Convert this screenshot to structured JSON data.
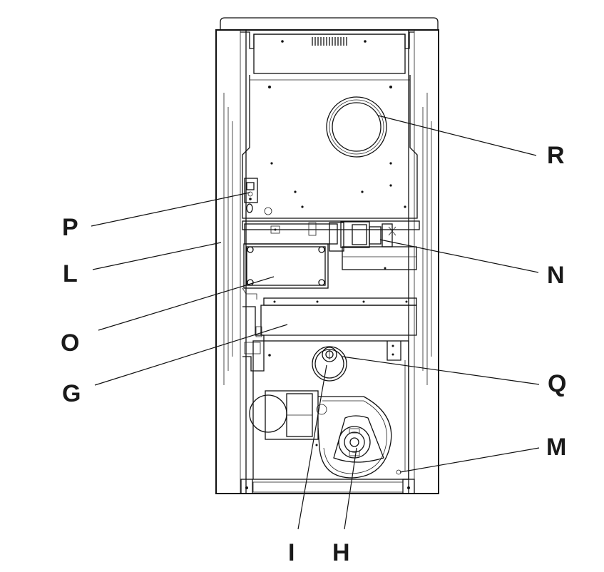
{
  "labels": {
    "R": "R",
    "P": "P",
    "L": "L",
    "N": "N",
    "O": "O",
    "G": "G",
    "Q": "Q",
    "M": "M",
    "I": "I",
    "H": "H"
  }
}
